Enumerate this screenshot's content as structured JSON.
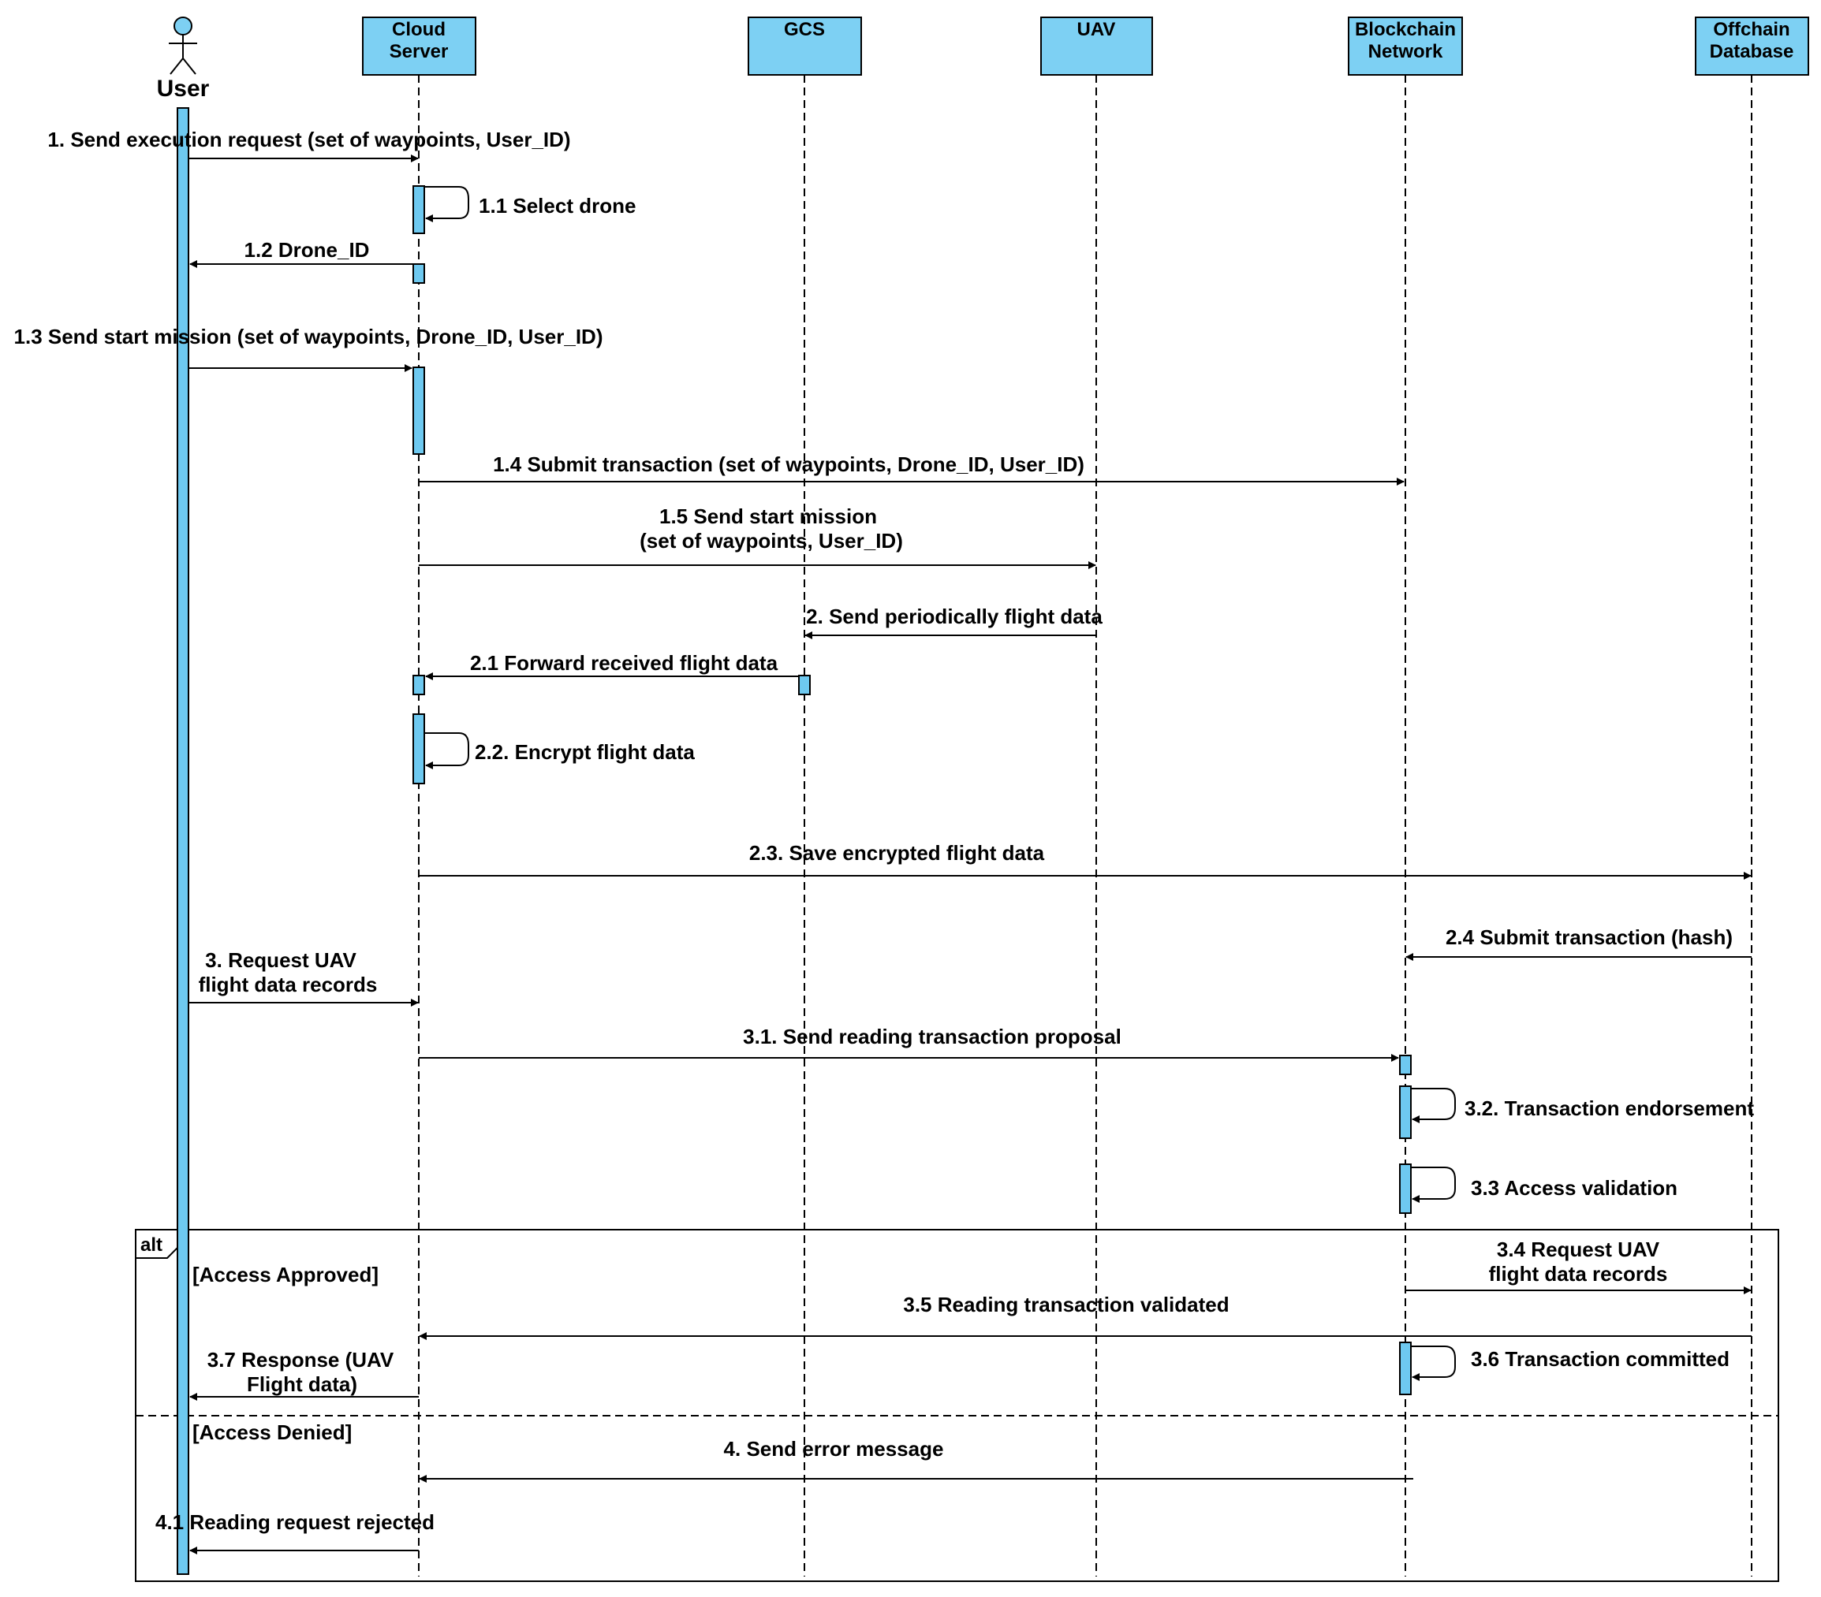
{
  "participants": [
    {
      "id": "user",
      "lines": [
        "User"
      ],
      "kind": "actor"
    },
    {
      "id": "cloud",
      "lines": [
        "Cloud",
        "Server"
      ],
      "kind": "box"
    },
    {
      "id": "gcs",
      "lines": [
        "GCS"
      ],
      "kind": "box"
    },
    {
      "id": "uav",
      "lines": [
        "UAV"
      ],
      "kind": "box"
    },
    {
      "id": "blockchain",
      "lines": [
        "Blockchain",
        "Network"
      ],
      "kind": "box"
    },
    {
      "id": "offchain",
      "lines": [
        "Offchain",
        "Database"
      ],
      "kind": "box"
    }
  ],
  "messages": [
    {
      "id": "m1",
      "lines": [
        "1. Send execution request (set of waypoints, User_ID)"
      ]
    },
    {
      "id": "m1_1",
      "lines": [
        "1.1 Select drone"
      ]
    },
    {
      "id": "m1_2",
      "lines": [
        "1.2 Drone_ID"
      ]
    },
    {
      "id": "m1_3",
      "lines": [
        "1.3 Send start mission (set of waypoints, Drone_ID, User_ID)"
      ]
    },
    {
      "id": "m1_4",
      "lines": [
        "1.4 Submit transaction (set of waypoints, Drone_ID, User_ID)"
      ]
    },
    {
      "id": "m1_5",
      "lines": [
        "1.5 Send start mission",
        "(set of waypoints, User_ID)"
      ]
    },
    {
      "id": "m2",
      "lines": [
        "2. Send periodically flight data"
      ]
    },
    {
      "id": "m2_1",
      "lines": [
        "2.1 Forward received flight data"
      ]
    },
    {
      "id": "m2_2",
      "lines": [
        "2.2. Encrypt flight data"
      ]
    },
    {
      "id": "m2_3",
      "lines": [
        "2.3. Save encrypted flight data"
      ]
    },
    {
      "id": "m2_4",
      "lines": [
        "2.4 Submit transaction (hash)"
      ]
    },
    {
      "id": "m3",
      "lines": [
        "3. Request UAV",
        "flight data records"
      ]
    },
    {
      "id": "m3_1",
      "lines": [
        "3.1. Send reading transaction proposal"
      ]
    },
    {
      "id": "m3_2",
      "lines": [
        "3.2. Transaction endorsement"
      ]
    },
    {
      "id": "m3_3",
      "lines": [
        "3.3 Access validation"
      ]
    },
    {
      "id": "m3_4",
      "lines": [
        "3.4 Request UAV",
        "flight data records"
      ]
    },
    {
      "id": "m3_5",
      "lines": [
        "3.5 Reading transaction validated"
      ]
    },
    {
      "id": "m3_6",
      "lines": [
        "3.6 Transaction committed"
      ]
    },
    {
      "id": "m3_7",
      "lines": [
        "3.7 Response (UAV",
        "Flight data)"
      ]
    },
    {
      "id": "m4",
      "lines": [
        "4. Send error message"
      ]
    },
    {
      "id": "m4_1",
      "lines": [
        "4.1 Reading request rejected"
      ]
    }
  ],
  "fragment": {
    "operator": "alt",
    "guards": [
      "[Access Approved]",
      "[Access Denied]"
    ]
  },
  "colors": {
    "box_fill": "#7dd0f3",
    "activation_fill": "#6ec9f0",
    "stroke": "#000000"
  }
}
